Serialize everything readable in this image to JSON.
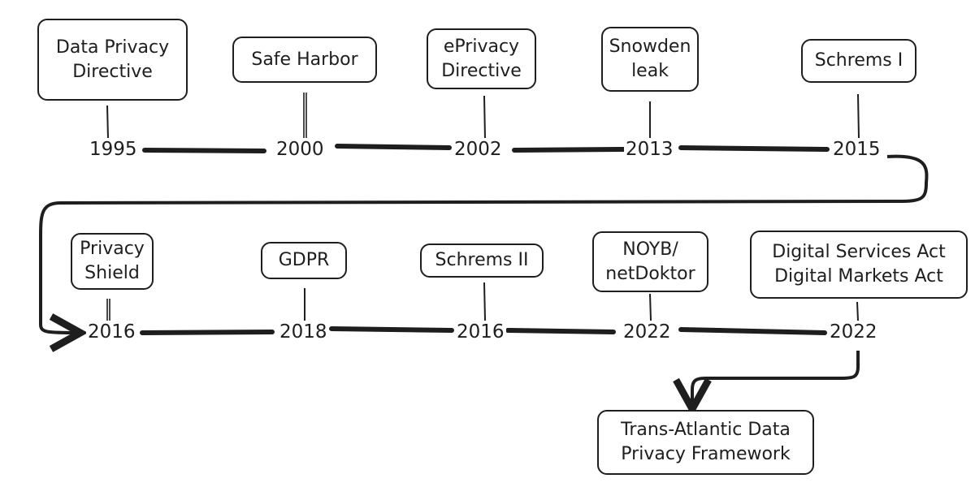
{
  "timeline": {
    "row1": [
      {
        "year": "1995",
        "event": [
          "Data Privacy",
          "Directive"
        ]
      },
      {
        "year": "2000",
        "event": [
          "Safe Harbor"
        ]
      },
      {
        "year": "2002",
        "event": [
          "ePrivacy",
          "Directive"
        ]
      },
      {
        "year": "2013",
        "event": [
          "Snowden",
          "leak"
        ]
      },
      {
        "year": "2015",
        "event": [
          "Schrems I"
        ]
      }
    ],
    "row2": [
      {
        "year": "2016",
        "event": [
          "Privacy",
          "Shield"
        ]
      },
      {
        "year": "2018",
        "event": [
          "GDPR"
        ]
      },
      {
        "year": "2016",
        "event": [
          "Schrems II"
        ]
      },
      {
        "year": "2022",
        "event": [
          "NOYB/",
          "netDoktor"
        ]
      },
      {
        "year": "2022",
        "event": [
          "Digital Services Act",
          "Digital Markets Act"
        ]
      }
    ],
    "final": {
      "event": [
        "Trans-Atlantic Data",
        "Privacy Framework"
      ]
    }
  }
}
